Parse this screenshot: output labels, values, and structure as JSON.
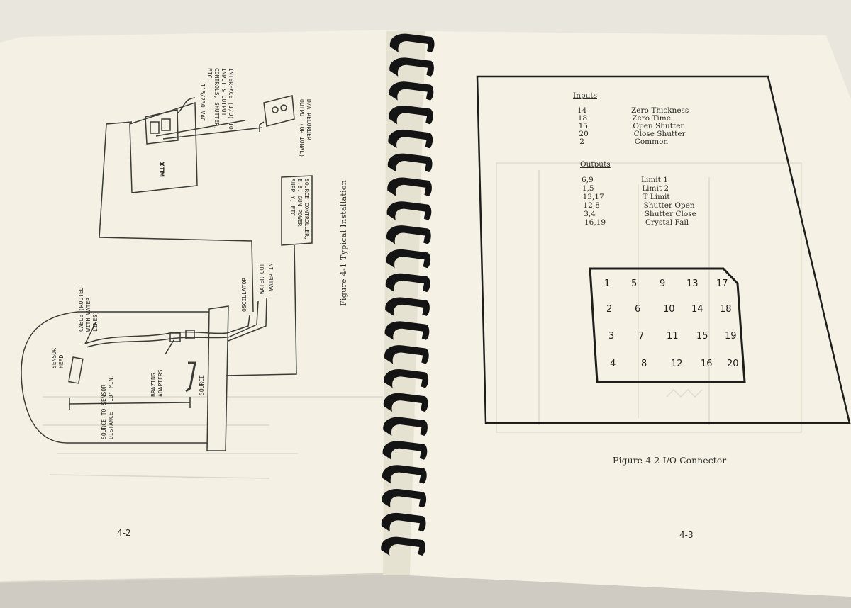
{
  "left_page": {
    "figure_caption": "Figure 4-1   Typical Installation",
    "page_number": "4-2",
    "diagram": {
      "power": "115/230 VAC",
      "interface": "INTERFACE (I/O) TO INPUT & OUTPUT CONTROLS, SHUTTER, ETC.",
      "recorder": "D/A RECORDER OUTPUT (OPTIONAL)",
      "unit": "XTM",
      "source_controller": "SOURCE CONTROLLER, E.B. GUN POWER SUPPLY, ETC.",
      "oscillator": "OSCILLATOR",
      "water_out": "WATER OUT",
      "water_in": "WATER IN",
      "cable": "CABLE (ROUTED WITH WATER LINES)",
      "sensor_head": "SENSOR HEAD",
      "brazing": "BRAZING ADAPTERS",
      "source": "SOURCE",
      "distance": "SOURCE-TO-SENSOR DISTANCE - 10\" MIN."
    }
  },
  "right_page": {
    "figure_caption": "Figure 4-2   I/O Connector",
    "page_number": "4-3",
    "inputs_heading": "Inputs",
    "inputs": [
      {
        "pin": "14",
        "label": "Zero Thickness"
      },
      {
        "pin": "18",
        "label": "Zero Time"
      },
      {
        "pin": "15",
        "label": "Open Shutter"
      },
      {
        "pin": "20",
        "label": "Close Shutter"
      },
      {
        "pin": "2",
        "label": "Common"
      }
    ],
    "outputs_heading": "Outputs",
    "outputs": [
      {
        "pin": "6,9",
        "label": "Limit 1"
      },
      {
        "pin": "1,5",
        "label": "Limit 2"
      },
      {
        "pin": "13,17",
        "label": "T Limit"
      },
      {
        "pin": "12,8",
        "label": "Shutter Open"
      },
      {
        "pin": "3,4",
        "label": "Shutter Close"
      },
      {
        "pin": "16,19",
        "label": "Crystal Fail"
      }
    ],
    "connector_pins": [
      [
        "1",
        "5",
        "9",
        "13",
        "17"
      ],
      [
        "2",
        "6",
        "10",
        "14",
        "18"
      ],
      [
        "3",
        "7",
        "11",
        "15",
        "19"
      ],
      [
        "4",
        "8",
        "12",
        "16",
        "20"
      ]
    ]
  }
}
